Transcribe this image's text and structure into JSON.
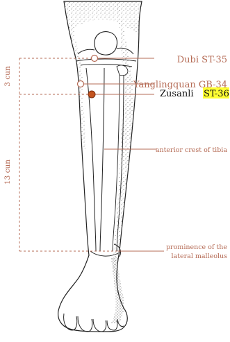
{
  "labels": {
    "dubi": "Dubi ST-35",
    "yanglingquan": "Yanglingquan GB-34",
    "zusanli_name": "Zusanli",
    "zusanli_code": "ST-36",
    "anterior_crest": "anterior crest of tibia",
    "malleolus_line1": "prominence of the",
    "malleolus_line2": "lateral malleolus"
  },
  "measurements": {
    "upper": "3 cun",
    "lower": "13 cun"
  },
  "colors": {
    "annotation": "#b56b55",
    "point_fill": "#c4541f",
    "highlight": "#ffff33",
    "outline": "#222222"
  }
}
